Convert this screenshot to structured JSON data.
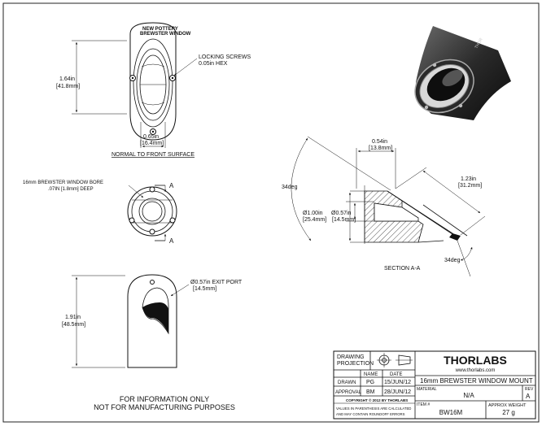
{
  "front_view": {
    "height_in": "1.64in",
    "height_mm": "[41.8mm]",
    "width_in": "0.65in",
    "width_mm": "[16.4mm]",
    "locking_screws": "LOCKING SCREWS",
    "locking_screws_hex": "0.05in HEX",
    "caption": "NORMAL TO FRONT SURFACE"
  },
  "bore_view": {
    "label_1": "16mm BREWSTER WINDOW BORE",
    "label_2": ".07IN [1.8mm] DEEP",
    "section_mark": "A"
  },
  "exit_view": {
    "port_label_1": "Ø0.57in EXIT PORT",
    "port_label_2": "[14.5mm]",
    "height_in": "1.91in",
    "height_mm": "[48.5mm]"
  },
  "section_view": {
    "top_in": "0.54in",
    "top_mm": "[13.8mm]",
    "right_in": "1.23in",
    "right_mm": "[31.2mm]",
    "angle_left": "34deg",
    "angle_right": "34deg",
    "outer_dia_in": "Ø1.00in",
    "outer_dia_mm": "[25.4mm]",
    "inner_dia_in": "Ø0.57in",
    "inner_dia_mm": "[14.5mm]",
    "caption": "SECTION A-A"
  },
  "notice": {
    "line1": "FOR INFORMATION ONLY",
    "line2": "NOT FOR MANUFACTURING PURPOSES"
  },
  "title_block": {
    "projection_1": "DRAWING",
    "projection_2": "PROJECTION",
    "col_name": "NAME",
    "col_date": "DATE",
    "row1_label": "DRAWN",
    "row1_name": "PG",
    "row1_date": "15/JUN/12",
    "row2_label": "APPROVAL",
    "row2_name": "BM",
    "row2_date": "28/JUN/12",
    "copyright": "COPYRIGHT © 2012 BY THORLABS",
    "disclaimer_1": "VALUES IN PARENTHESIS ARE CALCULATED",
    "disclaimer_2": "AND MAY CONTAIN ROUNDOFF ERRORS",
    "logo": "THORLABS",
    "website": "www.thorlabs.com",
    "title": "16mm BREWSTER WINDOW MOUNT",
    "material_label": "MATERIAL",
    "material_value": "N/A",
    "rev_label": "REV",
    "rev_value": "A",
    "item_label": "ITEM #",
    "item_value": "BW16M",
    "weight_label": "APPROX WEIGHT",
    "weight_value": "27 g"
  }
}
